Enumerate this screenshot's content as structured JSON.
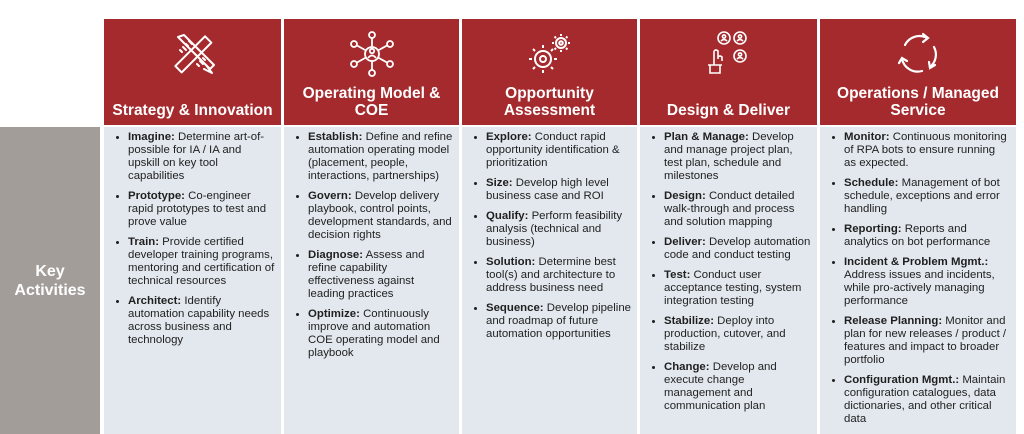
{
  "side_label": "Key Activities",
  "columns": [
    {
      "title": "Strategy & Innovation",
      "icon": "pencil-ruler-icon",
      "items": [
        {
          "term": "Imagine:",
          "text": " Determine art-of-possible for IA / IA and upskill on key tool capabilities"
        },
        {
          "term": "Prototype:",
          "text": " Co-engineer rapid prototypes to test and prove value"
        },
        {
          "term": "Train:",
          "text": " Provide certified developer training programs, mentoring and certification of technical resources"
        },
        {
          "term": "Architect:",
          "text": " Identify automation capability needs across business and technology"
        }
      ]
    },
    {
      "title": "Operating Model & COE",
      "icon": "network-people-icon",
      "items": [
        {
          "term": "Establish:",
          "text": " Define and refine automation operating model (placement, people, interactions, partnerships)"
        },
        {
          "term": "Govern:",
          "text": " Develop delivery playbook, control points, development standards, and decision rights"
        },
        {
          "term": "Diagnose:",
          "text": " Assess and refine capability effectiveness against leading practices"
        },
        {
          "term": "Optimize:",
          "text": " Continuously improve and automation COE operating model and playbook"
        }
      ]
    },
    {
      "title": "Opportunity Assessment",
      "icon": "gears-icon",
      "items": [
        {
          "term": "Explore:",
          "text": " Conduct rapid opportunity identification & prioritization"
        },
        {
          "term": "Size:",
          "text": " Develop high level business case and ROI"
        },
        {
          "term": "Qualify:",
          "text": " Perform feasibility analysis (technical and business)"
        },
        {
          "term": "Solution:",
          "text": " Determine best tool(s) and architecture to address business need"
        },
        {
          "term": "Sequence:",
          "text": " Develop pipeline and roadmap of future automation opportunities"
        }
      ]
    },
    {
      "title": "Design & Deliver",
      "icon": "hand-people-icon",
      "items": [
        {
          "term": "Plan & Manage:",
          "text": " Develop and manage project plan, test plan, schedule and milestones"
        },
        {
          "term": "Design:",
          "text": " Conduct detailed walk-through and process and solution mapping"
        },
        {
          "term": "Deliver:",
          "text": " Develop automation code and conduct testing"
        },
        {
          "term": "Test:",
          "text": " Conduct user acceptance testing, system integration testing"
        },
        {
          "term": "Stabilize:",
          "text": " Deploy into production, cutover, and stabilize"
        },
        {
          "term": "Change:",
          "text": " Develop and execute change management and communication plan"
        }
      ]
    },
    {
      "title": "Operations / Managed Service",
      "icon": "cycle-arrows-icon",
      "items": [
        {
          "term": "Monitor:",
          "text": " Continuous monitoring of RPA bots to ensure running as expected."
        },
        {
          "term": "Schedule:",
          "text": " Management of bot schedule, exceptions and error handling"
        },
        {
          "term": "Reporting:",
          "text": " Reports and analytics on bot performance"
        },
        {
          "term": "Incident & Problem Mgmt.:",
          "text": " Address issues and incidents, while pro-actively managing performance"
        },
        {
          "term": "Release Planning:",
          "text": " Monitor and plan for new releases / product / features and impact to broader portfolio"
        },
        {
          "term": "Configuration Mgmt.:",
          "text": " Maintain configuration catalogues, data dictionaries, and other critical data"
        }
      ]
    }
  ]
}
